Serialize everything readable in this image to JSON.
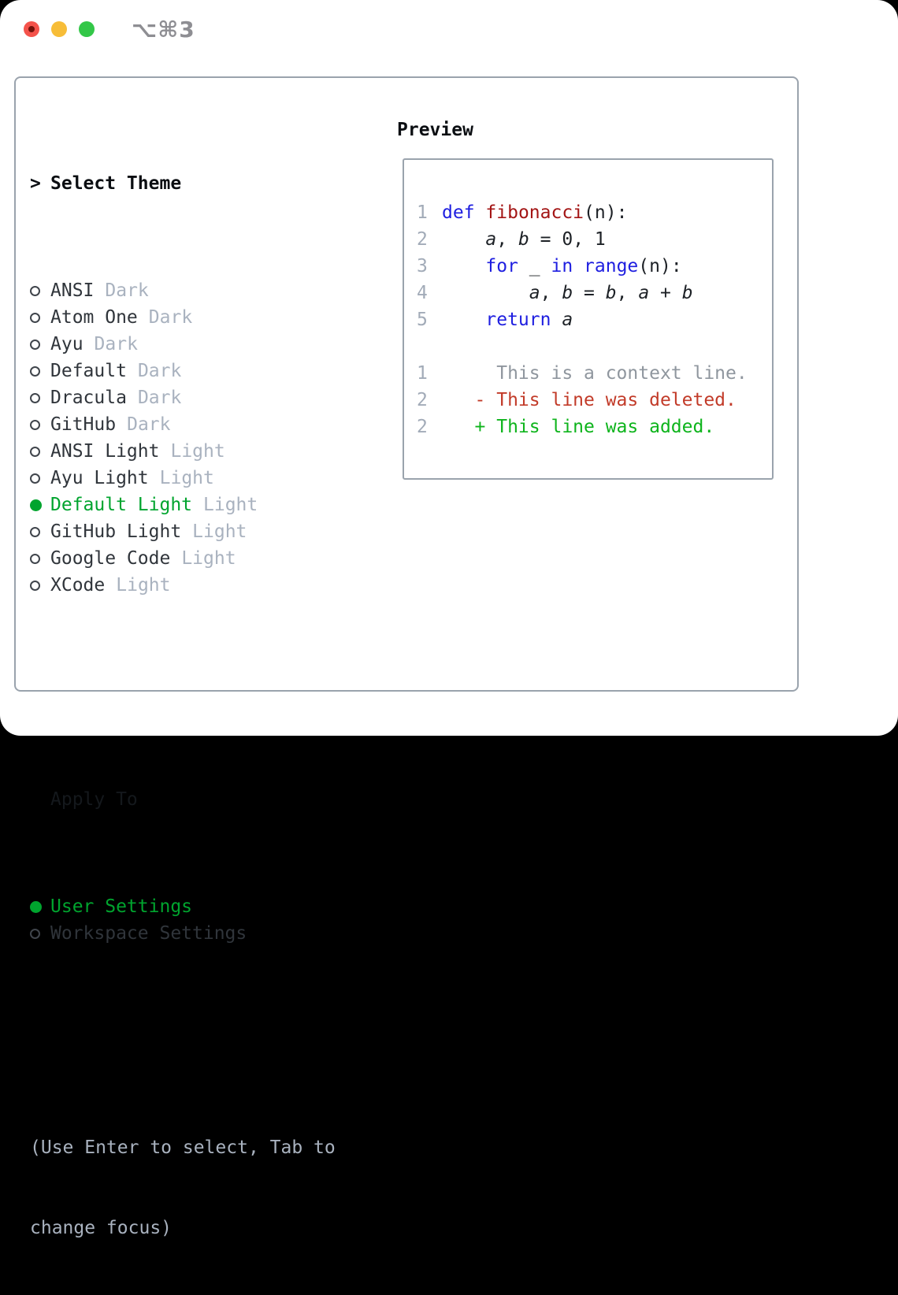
{
  "window": {
    "title": "⌥⌘3",
    "traffic_lights": [
      "close",
      "minimize",
      "zoom"
    ]
  },
  "theme_picker": {
    "header_marker": ">",
    "header": "Select Theme",
    "items": [
      {
        "name": "ANSI",
        "tag": "Dark",
        "selected": false
      },
      {
        "name": "Atom One",
        "tag": "Dark",
        "selected": false
      },
      {
        "name": "Ayu",
        "tag": "Dark",
        "selected": false
      },
      {
        "name": "Default",
        "tag": "Dark",
        "selected": false
      },
      {
        "name": "Dracula",
        "tag": "Dark",
        "selected": false
      },
      {
        "name": "GitHub",
        "tag": "Dark",
        "selected": false
      },
      {
        "name": "ANSI Light",
        "tag": "Light",
        "selected": false
      },
      {
        "name": "Ayu Light",
        "tag": "Light",
        "selected": false
      },
      {
        "name": "Default Light",
        "tag": "Light",
        "selected": true
      },
      {
        "name": "GitHub Light",
        "tag": "Light",
        "selected": false
      },
      {
        "name": "Google Code",
        "tag": "Light",
        "selected": false
      },
      {
        "name": "XCode",
        "tag": "Light",
        "selected": false
      }
    ],
    "apply_to": {
      "header": "Apply To",
      "options": [
        {
          "name": "User Settings",
          "selected": true
        },
        {
          "name": "Workspace Settings",
          "selected": false
        }
      ]
    },
    "hint_lines": [
      "(Use Enter to select, Tab to",
      "change focus)"
    ]
  },
  "preview": {
    "header": "Preview",
    "lines": [
      {
        "ln": "1",
        "tokens": [
          [
            "kw",
            "def"
          ],
          [
            "pl",
            " "
          ],
          [
            "fn",
            "fibonacci"
          ],
          [
            "pl",
            "(n):"
          ]
        ]
      },
      {
        "ln": "2",
        "tokens": [
          [
            "pl",
            "    "
          ],
          [
            "var",
            "a"
          ],
          [
            "pl",
            ", "
          ],
          [
            "var",
            "b"
          ],
          [
            "pl",
            " = 0, 1"
          ]
        ]
      },
      {
        "ln": "3",
        "tokens": [
          [
            "pl",
            "    "
          ],
          [
            "kw",
            "for"
          ],
          [
            "pl",
            " _ "
          ],
          [
            "kw",
            "in"
          ],
          [
            "pl",
            " "
          ],
          [
            "kw",
            "range"
          ],
          [
            "pl",
            "(n):"
          ]
        ]
      },
      {
        "ln": "4",
        "tokens": [
          [
            "pl",
            "        "
          ],
          [
            "var",
            "a"
          ],
          [
            "pl",
            ", "
          ],
          [
            "var",
            "b"
          ],
          [
            "pl",
            " = "
          ],
          [
            "var",
            "b"
          ],
          [
            "pl",
            ", "
          ],
          [
            "var",
            "a"
          ],
          [
            "pl",
            " + "
          ],
          [
            "var",
            "b"
          ]
        ]
      },
      {
        "ln": "5",
        "tokens": [
          [
            "pl",
            "    "
          ],
          [
            "kw",
            "return"
          ],
          [
            "pl",
            " "
          ],
          [
            "var",
            "a"
          ]
        ]
      },
      {
        "ln": "",
        "tokens": []
      },
      {
        "ln": "1",
        "tokens": [
          [
            "ctx",
            "     This is a context line."
          ]
        ]
      },
      {
        "ln": "2",
        "tokens": [
          [
            "del",
            "   - This line was deleted."
          ]
        ]
      },
      {
        "ln": "2",
        "tokens": [
          [
            "add",
            "   + This line was added."
          ]
        ]
      }
    ]
  },
  "colors": {
    "selected_green": "#00a42e",
    "diff_added_green": "#0eb41c",
    "diff_deleted_red": "#c23b29",
    "keyword_blue": "#1e1ee0",
    "function_red": "#a31515",
    "muted_gray": "#a9b2bf",
    "border_gray": "#9aa3ad",
    "traffic_red": "#f4534b",
    "traffic_yellow": "#f7bd38",
    "traffic_green": "#33c748"
  }
}
